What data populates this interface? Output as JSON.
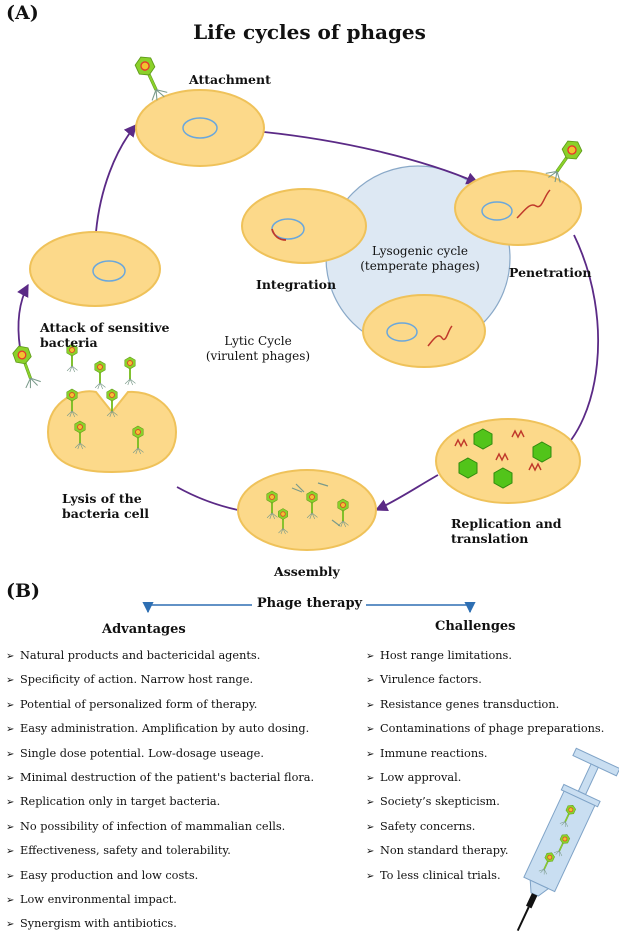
{
  "panel_a": {
    "label": "(A)",
    "title": "Life cycles of phages"
  },
  "cycle": {
    "attachment": "Attachment",
    "penetration": "Penetration",
    "replication": "Replication and\ntranslation",
    "assembly": "Assembly",
    "lysis": "Lysis of the\nbacteria cell",
    "attack": "Attack of sensitive\nbacteria",
    "integration": "Integration",
    "lysogenic": "Lysogenic cycle\n(temperate phages)",
    "lytic": "Lytic Cycle\n(virulent  phages)"
  },
  "panel_b": {
    "label": "(B)",
    "title": "Phage therapy",
    "advantages_title": "Advantages",
    "challenges_title": "Challenges",
    "advantages": [
      "Natural products and bactericidal agents.",
      "Specificity of action. Narrow host range.",
      "Potential of personalized form of therapy.",
      "Easy administration. Amplification by auto dosing.",
      "Single dose potential. Low-dosage useage.",
      "Minimal destruction of the patient's bacterial flora.",
      "Replication only in target bacteria.",
      "No possibility of infection of mammalian cells.",
      "Effectiveness, safety and tolerability.",
      "Easy production and low costs.",
      "Low environmental impact.",
      "Synergism with antibiotics."
    ],
    "challenges": [
      "Host range limitations.",
      "Virulence factors.",
      "Resistance genes transduction.",
      "Contaminations of phage preparations.",
      "Immune reactions.",
      "Low approval.",
      "Society’s skepticism.",
      "Safety concerns.",
      "Non standard therapy.",
      "To less clinical trials."
    ]
  },
  "colors": {
    "cell_fill": "#fcd98a",
    "cell_stroke": "#efc25a",
    "nucleoid": "#6aa7dc",
    "dna": "#c0392b",
    "arrow": "#5b2a86",
    "lysogenic_fill": "#dde8f3",
    "phage_head": "#8bd12a",
    "phage_core": "#e8362c",
    "blue_arrow": "#2e6fb3",
    "syringe": "#c9def1"
  },
  "icons": {
    "bullet": "➢"
  }
}
